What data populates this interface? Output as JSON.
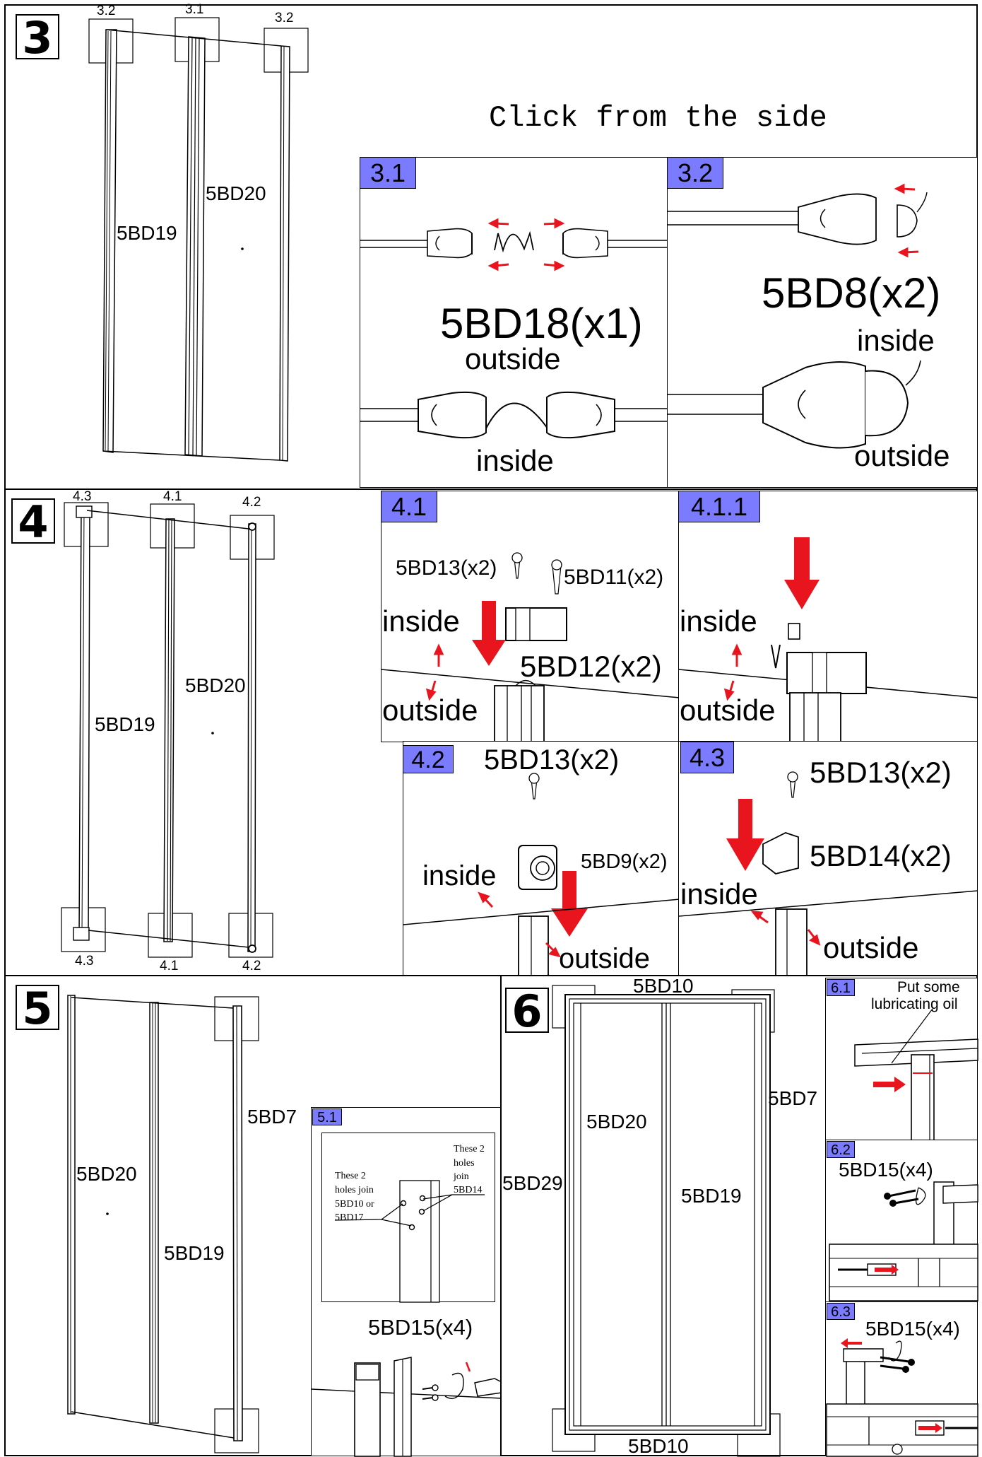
{
  "step3": {
    "number": "3",
    "callouts": [
      "3.2",
      "3.1",
      "3.2"
    ],
    "panel_left": "5BD19",
    "panel_right": "5BD20",
    "instruction": "Click from the side",
    "sub31": {
      "tag": "3.1",
      "part": "5BD18(x1)",
      "top_label": "outside",
      "bottom_label": "inside"
    },
    "sub32": {
      "tag": "3.2",
      "part": "5BD8(x2)",
      "top_label": "inside",
      "bottom_label": "outside"
    }
  },
  "step4": {
    "number": "4",
    "callouts_top": [
      "4.3",
      "4.1",
      "4.2"
    ],
    "callouts_bottom": [
      "4.3",
      "4.1",
      "4.2"
    ],
    "panel_left": "5BD19",
    "panel_right": "5BD20",
    "sub41": {
      "tag": "4.1",
      "screw_a": "5BD13(x2)",
      "screw_b": "5BD11(x2)",
      "part": "5BD12(x2)",
      "inside": "inside",
      "outside": "outside"
    },
    "sub411": {
      "tag": "4.1.1",
      "inside": "inside",
      "outside": "outside"
    },
    "sub42": {
      "tag": "4.2",
      "screw": "5BD13(x2)",
      "part": "5BD9(x2)",
      "inside": "inside",
      "outside": "outside"
    },
    "sub43": {
      "tag": "4.3",
      "screw": "5BD13(x2)",
      "part": "5BD14(x2)",
      "inside": "inside",
      "outside": "outside"
    }
  },
  "step5": {
    "number": "5",
    "panel_a": "5BD20",
    "panel_b": "5BD19",
    "rail": "5BD7",
    "sub51": {
      "tag": "5.1",
      "note_left": [
        "These 2",
        "holes join",
        "5BD10 or",
        "5BD17"
      ],
      "note_right": [
        "These 2",
        "holes",
        "join",
        "5BD14"
      ],
      "part": "5BD15(x4)"
    }
  },
  "step6": {
    "number": "6",
    "top": "5BD10",
    "bottom": "5BD10",
    "left": "5BD29",
    "right": "5BD7",
    "panel_a": "5BD20",
    "panel_b": "5BD19",
    "sub61": {
      "tag": "6.1",
      "note": [
        "Put some",
        "lubricating oil"
      ]
    },
    "sub62": {
      "tag": "6.2",
      "part": "5BD15(x4)"
    },
    "sub63": {
      "tag": "6.3",
      "part": "5BD15(x4)"
    }
  },
  "colors": {
    "tag_fill": "#7b7bff",
    "arrow_red": "#e8141e",
    "line": "#000000"
  }
}
